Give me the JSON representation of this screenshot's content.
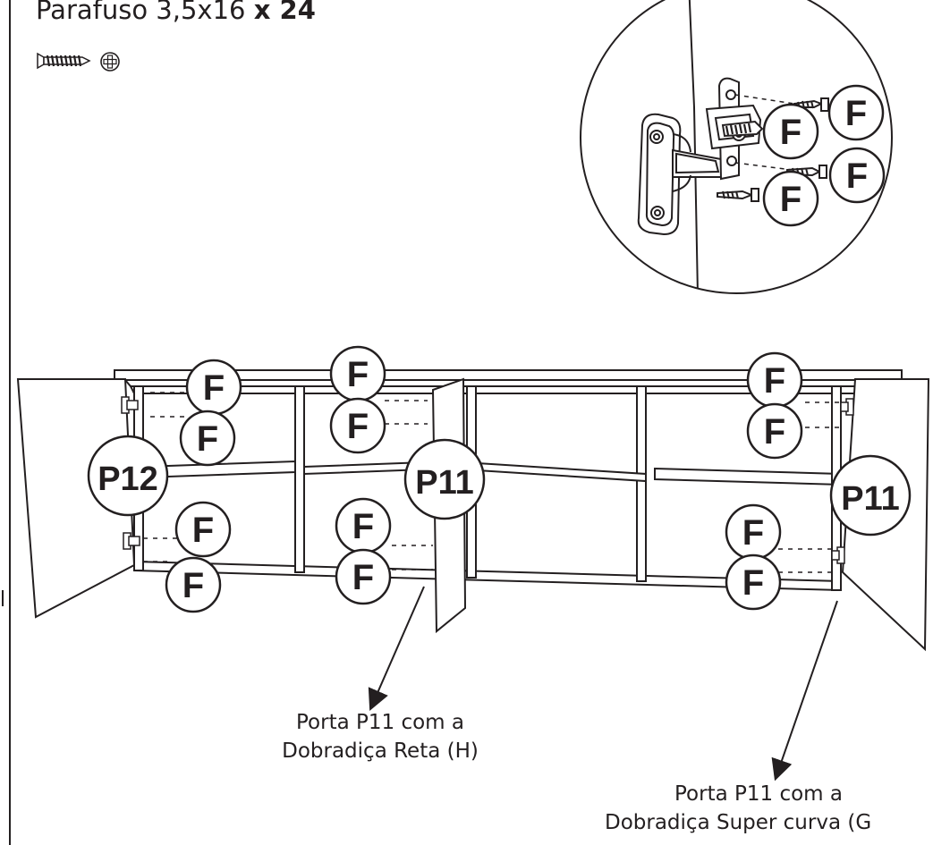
{
  "header": {
    "part_name": "Parafuso 3,5x16",
    "quantity": "x 24"
  },
  "icons": {
    "screw": "screw-icon",
    "phillips_head": "phillips-head-icon"
  },
  "detail_callouts": [
    "F",
    "F",
    "F",
    "F"
  ],
  "cabinet_callouts": {
    "screw_label": "F",
    "left_door": "P12",
    "center_door": "P11",
    "right_door": "P11"
  },
  "captions": {
    "center_line1": "Porta P11 com a",
    "center_line2": "Dobradiça Reta (H)",
    "right_line1": "Porta P11 com a",
    "right_line2": "Dobradiça Super curva (G"
  },
  "colors": {
    "ink": "#231f20",
    "paper": "#ffffff"
  }
}
